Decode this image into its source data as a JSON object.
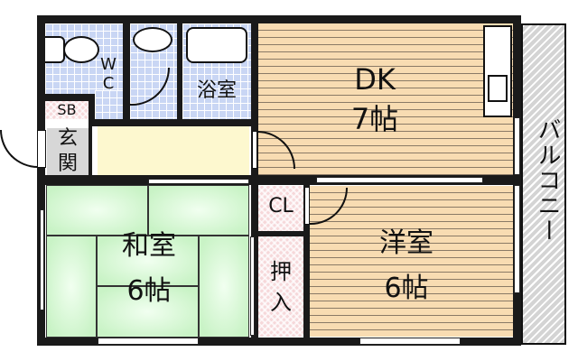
{
  "floor_plan": {
    "rooms": {
      "wc": {
        "label": "W\nC",
        "label_line1": "W",
        "label_line2": "C"
      },
      "bath": {
        "label": "浴室"
      },
      "sb": {
        "label": "SB"
      },
      "genkan": {
        "label": "玄関",
        "line1": "玄",
        "line2": "関"
      },
      "dk": {
        "name": "DK",
        "size": "7帖"
      },
      "washitsu": {
        "name": "和室",
        "size": "6帖"
      },
      "youshitsu": {
        "name": "洋室",
        "size": "6帖"
      },
      "closet": {
        "label": "CL"
      },
      "oshiire": {
        "label": "押入",
        "line1": "押",
        "line2": "入"
      },
      "balcony": {
        "label": "バルコニー"
      }
    },
    "colors": {
      "wall": "#1a1a1a",
      "tile": "#c9d6f4",
      "wood_floor": "#f8dcb2",
      "tatami": "#c9f3c6",
      "storage": "#f6d8da",
      "hallway": "#fdf8cf",
      "genkan": "#d7d7d7",
      "balcony": "#d4d4d4"
    }
  }
}
